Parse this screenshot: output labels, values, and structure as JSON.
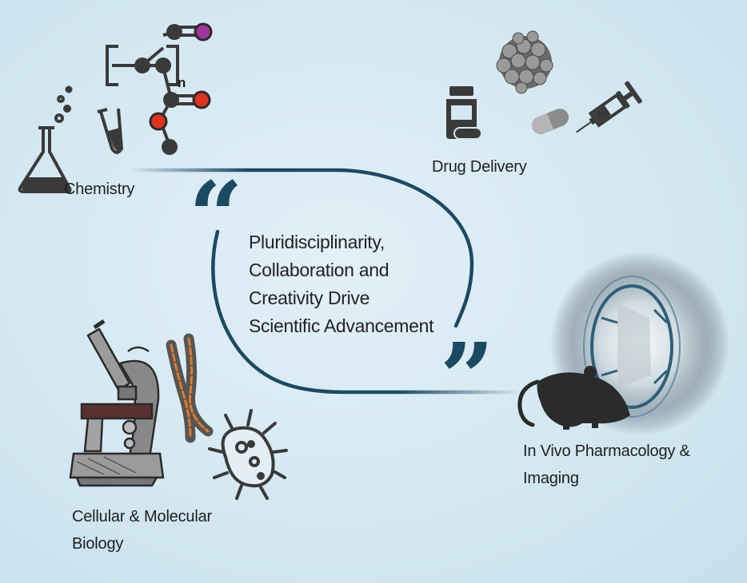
{
  "quote": {
    "lines": [
      "Pluridisciplinarity,",
      "Collaboration and",
      "Creativity Drive",
      "Scientific Advancement"
    ],
    "open_mark": "“",
    "close_mark": "”"
  },
  "labels": {
    "chemistry": "Chemistry",
    "drug_delivery": "Drug Delivery",
    "in_vivo_line1": "In Vivo Pharmacology &",
    "in_vivo_line2": "Imaging",
    "cell_line1": "Cellular & Molecular",
    "cell_line2": "Biology"
  },
  "polymer": {
    "subscript": "n"
  },
  "icons": [
    "flask-icon",
    "test-tube-icon",
    "polymer-structure-icon",
    "pill-bottle-icon",
    "nanoparticle-cluster-icon",
    "capsule-icon",
    "syringe-icon",
    "microscope-icon",
    "chromosome-icon",
    "bacterium-icon",
    "mouse-icon",
    "imaging-scanner-icon"
  ],
  "colors": {
    "background": "#d4e8f2",
    "loop_line": "#1b4a63",
    "icon_dark": "#3a3a3a",
    "atom_purple": "#a0359a",
    "atom_red": "#e0321e",
    "chromosome_orange": "#e07a2a"
  }
}
